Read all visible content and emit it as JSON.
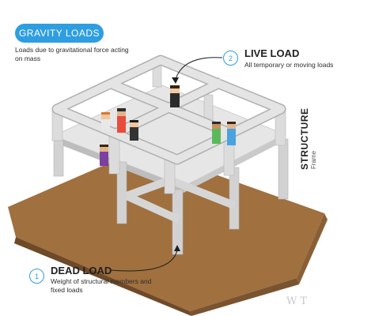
{
  "header": {
    "title": "GRAVITY LOADS",
    "description": "Loads due to gravitational force acting on mass",
    "accent_color": "#2e9ee0"
  },
  "live_load": {
    "number": "2",
    "title": "LIVE LOAD",
    "description": "All temporary or moving loads"
  },
  "dead_load": {
    "number": "1",
    "title": "DEAD LOAD",
    "description": "Weight of structural members and fixed loads"
  },
  "structure_label": {
    "title": "STRUCTURE",
    "subtitle": "Frame"
  },
  "watermark": "WT",
  "colors": {
    "ground_top": "#a0703f",
    "ground_side": "#7a5430",
    "frame": "#dcdcdc",
    "slab": "#e8e8e8"
  }
}
